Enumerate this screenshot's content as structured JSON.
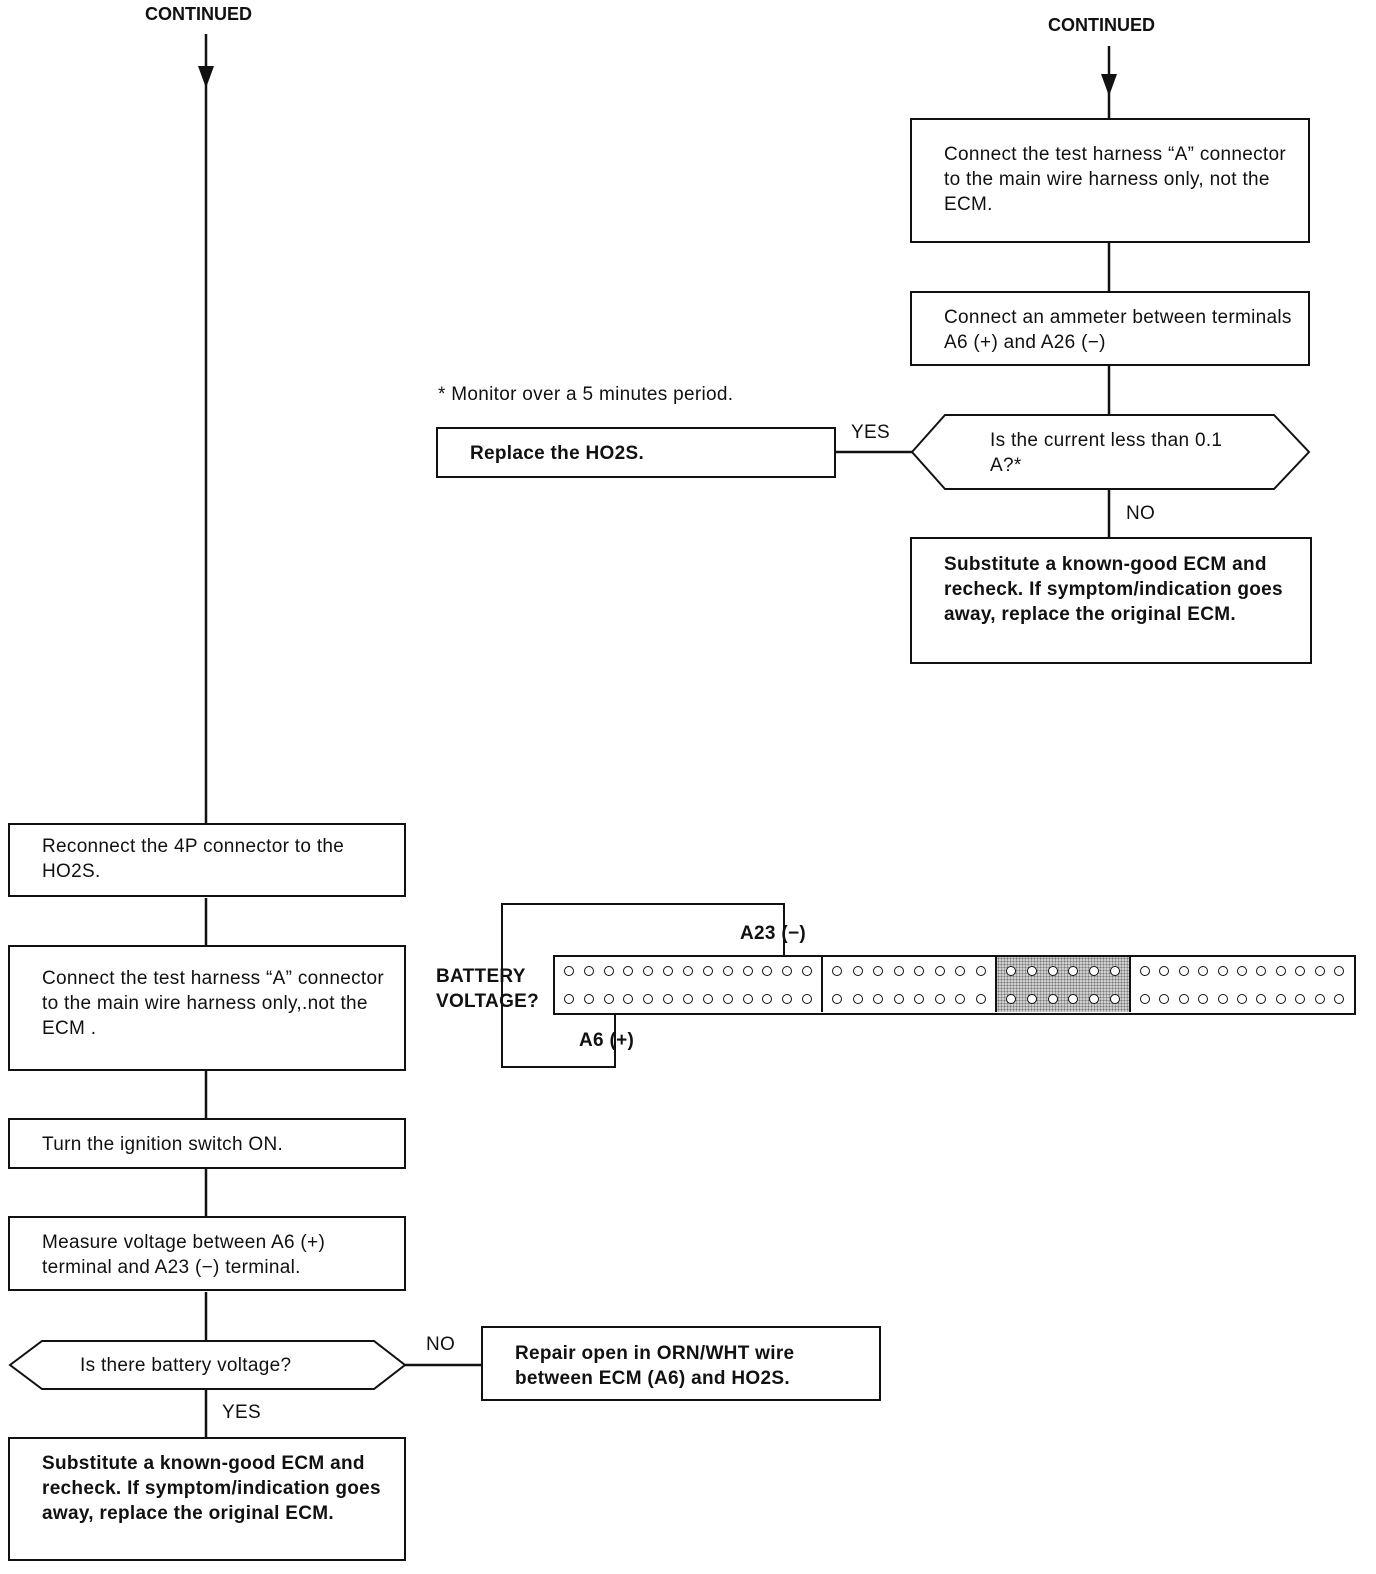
{
  "left_column": {
    "continued": "CONTINUED",
    "step_reconnect": "Reconnect the 4P connector to the HO2S.",
    "step_connect_harness": "Connect the test harness “A” connector to the main wire harness only,.not the ECM .",
    "step_ignition": "Turn the ignition switch ON.",
    "step_measure": "Measure voltage between A6 (+) terminal and A23 (−) terminal.",
    "decision": "Is there battery voltage?",
    "no_label": "NO",
    "yes_label": "YES",
    "no_result": "Repair open in ORN/WHT wire between ECM (A6) and HO2S.",
    "yes_result": "Substitute a known-good ECM and recheck. If symptom/indication goes away, replace the original ECM."
  },
  "right_column": {
    "continued": "CONTINUED",
    "step_connect_harness": "Connect the test harness “A” connector to the main wire harness only, not the ECM.",
    "step_ammeter": "Connect an ammeter between terminals A6 (+) and A26 (−)",
    "decision": "Is the current less than 0.1 A?*",
    "yes_label": "YES",
    "no_label": "NO",
    "yes_result": "Replace the HO2S.",
    "no_result": "Substitute a known-good ECM and recheck. If symptom/indication goes away, replace the original ECM.",
    "footnote": "* Monitor over a 5 minutes period."
  },
  "connector_diagram": {
    "question_line1": "BATTERY",
    "question_line2": "VOLTAGE?",
    "terminal_top": "A23 (−)",
    "terminal_bottom": "A6 (+)",
    "section_pins": [
      13,
      8,
      6,
      11
    ],
    "shaded_section_index": 2,
    "top_probe_pin_index": 12,
    "bottom_probe_pin_index": 2
  }
}
